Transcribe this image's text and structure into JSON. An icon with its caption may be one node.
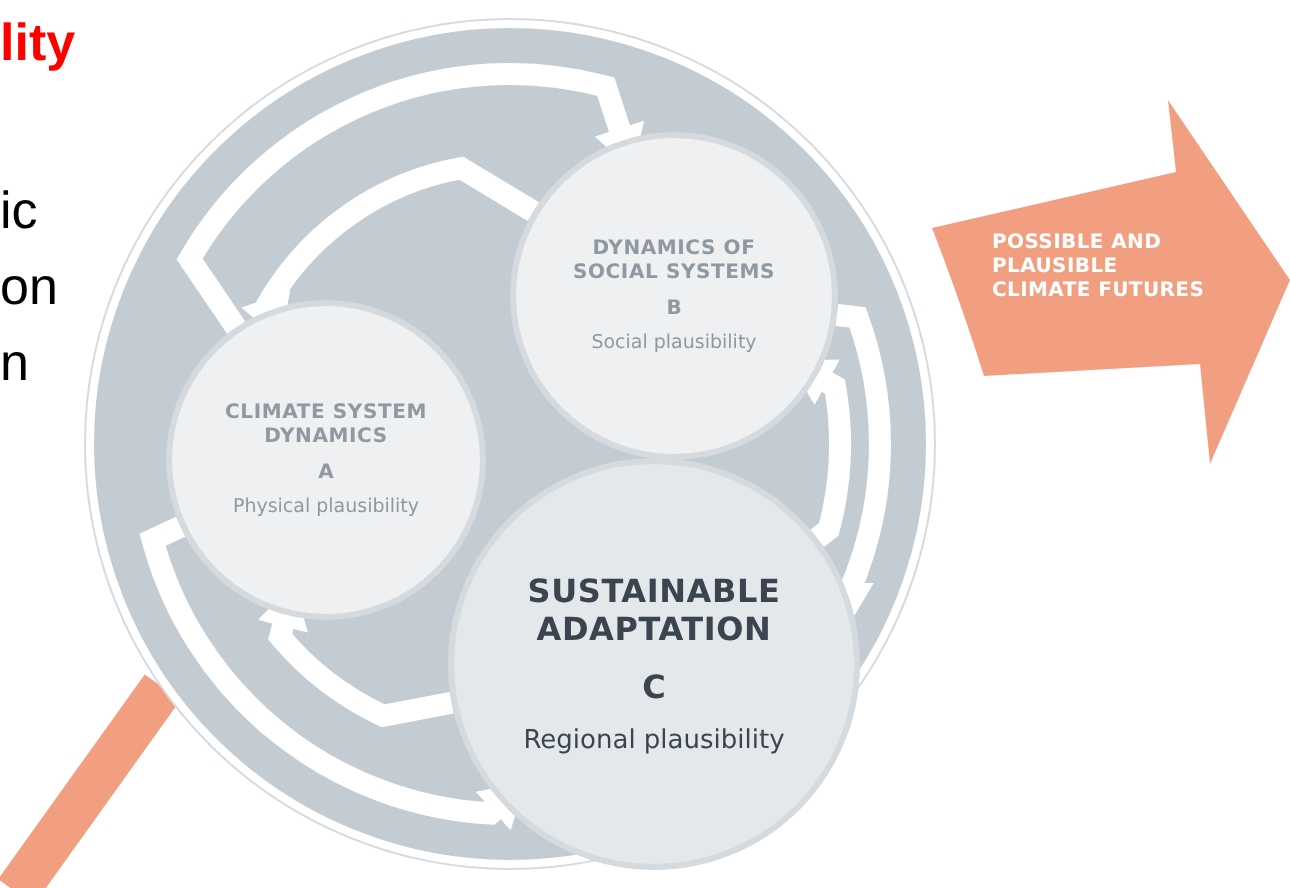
{
  "diagram": {
    "nodes": [
      {
        "text": [],
        "shape": "circle"
      },
      {
        "text": [
          "DYNAMICS OF SOCIAL SYSTEMS",
          "B",
          "Social plausibility"
        ],
        "in": 0
      },
      {
        "text": [
          "CLIMATE SYSTEM DYNAMICS",
          "A",
          "Physical plausibility"
        ],
        "in": 0
      },
      {
        "text": [
          "SUSTAINABLE ADAPTATION",
          "C",
          "Regional plausibility"
        ],
        "in": 0
      },
      {
        "text": [
          "POSSIBLE AND PLAUSIBLE CLIMATE FUTURES"
        ]
      }
    ],
    "edges": [
      {
        "from": 2,
        "to": 1,
        "arrow": "to"
      },
      {
        "from": 1,
        "to": 3,
        "arrow": "to"
      },
      {
        "from": 2,
        "to": 3,
        "arrow": "to"
      },
      {
        "from": 1,
        "to": 2,
        "arrow": "to"
      },
      {
        "from": 3,
        "to": 2,
        "arrow": "to"
      },
      {
        "from": 3,
        "to": 1,
        "arrow": "to"
      },
      {
        "from": null,
        "to": 0,
        "arrow": "none",
        "style": "thick",
        "color": "#f29e80"
      }
    ],
    "labels": [
      "lity",
      "ic",
      "on",
      "n"
    ]
  }
}
